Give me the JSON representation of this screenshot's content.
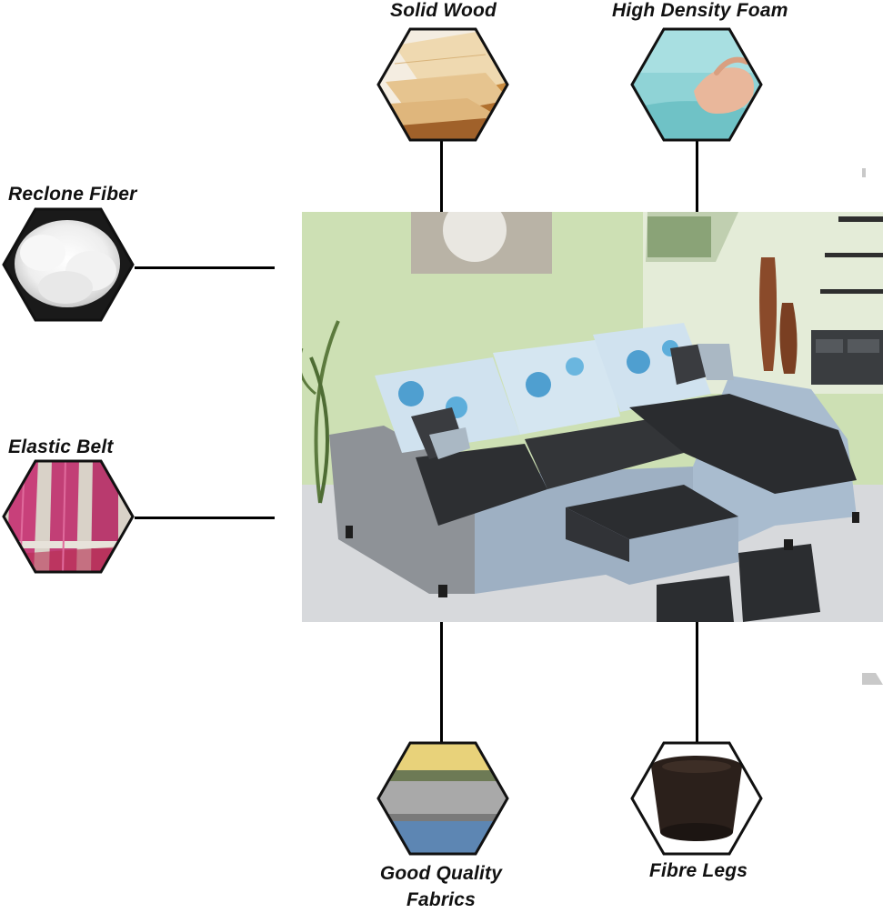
{
  "features": {
    "solid_wood": "Solid Wood",
    "high_density_foam": "High Density Foam",
    "reclone_fiber": "Reclone Fiber",
    "elastic_belt": "Elastic Belt",
    "good_quality_fabrics_line1": "Good Quality",
    "good_quality_fabrics_line2": "Fabrics",
    "fibre_legs": "Fibre Legs"
  }
}
